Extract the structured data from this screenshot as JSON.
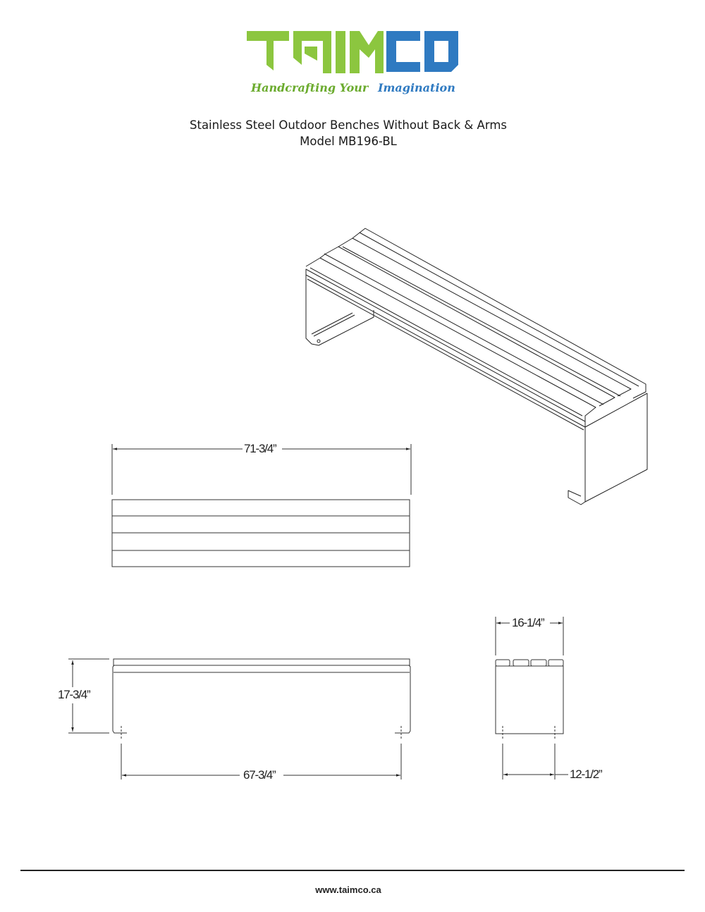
{
  "brand": {
    "name_part1": "TAIM",
    "name_part2": "CO",
    "tagline_part1": "Handcrafting Your",
    "tagline_part2": "Imagination",
    "green": "#8cc63f",
    "blue": "#2f7ac1"
  },
  "header": {
    "title": "Stainless Steel Outdoor Benches Without Back & Arms",
    "model": "Model MB196-BL"
  },
  "views": {
    "isometric": {
      "label": "isometric-view"
    },
    "top": {
      "length_dim": "71-3/4”",
      "slats": 4
    },
    "front": {
      "height_dim": "17-3/4”",
      "foot_span_dim": "67-3/4”"
    },
    "side": {
      "width_dim": "16-1/4”",
      "foot_depth_dim": "12-1/2”",
      "slats": 4
    }
  },
  "footer": {
    "url": "www.taimco.ca"
  }
}
